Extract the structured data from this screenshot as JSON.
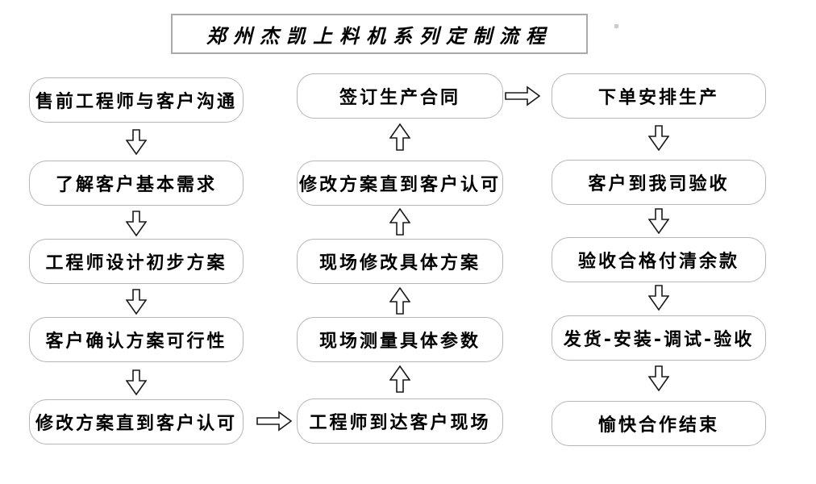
{
  "title": "郑州杰凯上料机系列定制流程",
  "flow": {
    "left": [
      {
        "label": "售前工程师与客户沟通"
      },
      {
        "label": "了解客户基本需求"
      },
      {
        "label": "工程师设计初步方案"
      },
      {
        "label": "客户确认方案可行性"
      },
      {
        "label": "修改方案直到客户认可"
      }
    ],
    "middle": [
      {
        "label": "签订生产合同"
      },
      {
        "label": "修改方案直到客户认可"
      },
      {
        "label": "现场修改具体方案"
      },
      {
        "label": "现场测量具体参数"
      },
      {
        "label": "工程师到达客户现场"
      }
    ],
    "right": [
      {
        "label": "下单安排生产"
      },
      {
        "label": "客户到我司验收"
      },
      {
        "label": "验收合格付清余款"
      },
      {
        "label": "发货-安装-调试-验收"
      },
      {
        "label": "愉快合作结束"
      }
    ]
  },
  "icons": {
    "down_arrow": "hollow block arrow pointing down",
    "up_arrow": "hollow block arrow pointing up",
    "right_arrow": "hollow block arrow pointing right"
  },
  "colors": {
    "background": "#ffffff",
    "box_border": "#b6b6b6",
    "title_border": "#a9a9a9",
    "arrow_outline": "#1a1a1a",
    "text": "#000000"
  }
}
